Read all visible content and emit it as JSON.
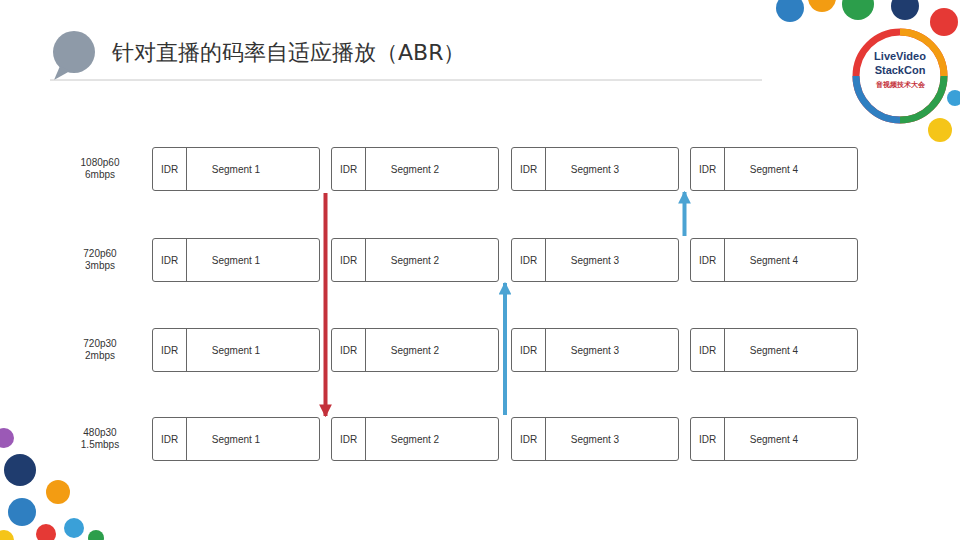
{
  "diagram": {
    "title": "针对直播的码率自适应播放（ABR）",
    "nodes": [
      {
        "text": [
          "Segment 1"
        ]
      },
      {
        "text": [
          "IDR"
        ],
        "in": 0
      },
      {
        "text": [
          "Segment 2"
        ]
      },
      {
        "text": [
          "IDR"
        ],
        "in": 2
      },
      {
        "text": [
          "Segment 3"
        ]
      },
      {
        "text": [
          "IDR"
        ],
        "in": 4
      },
      {
        "text": [
          "Segment 4"
        ]
      },
      {
        "text": [
          "IDR"
        ],
        "in": 6
      },
      {
        "text": [
          "Segment 1"
        ]
      },
      {
        "text": [
          "IDR"
        ],
        "in": 8
      },
      {
        "text": [
          "Segment 2"
        ]
      },
      {
        "text": [
          "IDR"
        ],
        "in": 10
      },
      {
        "text": [
          "Segment 3"
        ]
      },
      {
        "text": [
          "IDR"
        ],
        "in": 12
      },
      {
        "text": [
          "Segment 4"
        ]
      },
      {
        "text": [
          "IDR"
        ],
        "in": 14
      },
      {
        "text": [
          "Segment 1"
        ]
      },
      {
        "text": [
          "IDR"
        ],
        "in": 16
      },
      {
        "text": [
          "Segment 2"
        ]
      },
      {
        "text": [
          "IDR"
        ],
        "in": 18
      },
      {
        "text": [
          "Segment 3"
        ]
      },
      {
        "text": [
          "IDR"
        ],
        "in": 20
      },
      {
        "text": [
          "Segment 4"
        ]
      },
      {
        "text": [
          "IDR"
        ],
        "in": 22
      },
      {
        "text": [
          "Segment 1"
        ]
      },
      {
        "text": [
          "IDR"
        ],
        "in": 24
      },
      {
        "text": [
          "Segment 2"
        ]
      },
      {
        "text": [
          "IDR"
        ],
        "in": 26
      },
      {
        "text": [
          "Segment 3"
        ]
      },
      {
        "text": [
          "IDR"
        ],
        "in": 28
      },
      {
        "text": [
          "Segment 4"
        ]
      },
      {
        "text": [
          "IDR"
        ],
        "in": 30
      }
    ],
    "edges": [
      {
        "from": 0,
        "to": 26,
        "arrow": "to"
      },
      {
        "from": 26,
        "to": 12,
        "arrow": "to"
      },
      {
        "from": 12,
        "to": 6,
        "arrow": "to"
      }
    ],
    "labels": [
      "1080p60 6mbps",
      "720p60 3mbps",
      "720p30 2mbps",
      "480p30 1.5mbps",
      "LiveVideo",
      "StackCon",
      "音视频技术大会"
    ]
  }
}
